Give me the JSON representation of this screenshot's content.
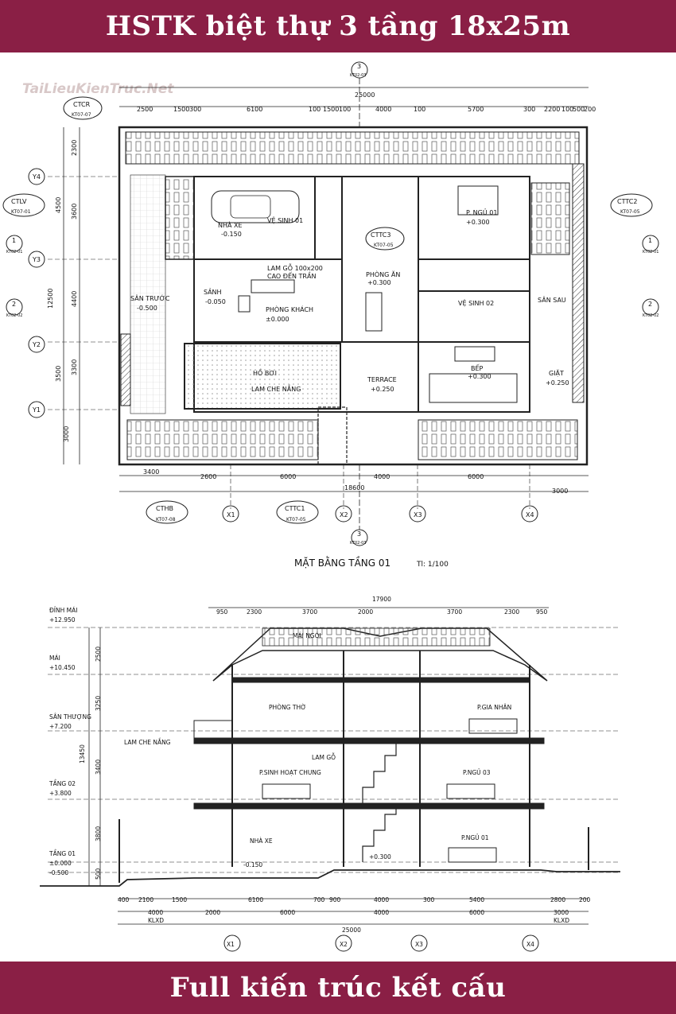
{
  "header": {
    "title": "HSTK biệt thự 3 tầng 18x25m"
  },
  "footer": {
    "title": "Full kiến trúc kết cấu"
  },
  "watermark": {
    "text": "TaiLieuKienTruc.Net",
    "color": "#b03030"
  },
  "colors": {
    "banner": "#8a1f45",
    "banner_text": "#ffffff",
    "line": "#222222"
  },
  "plan": {
    "title": "MẶT BẰNG TẦNG 01",
    "scale": "Tl: 1/100",
    "overall_width": "25000",
    "overall_depth": "18600",
    "depth_total": "12500",
    "rooms": [
      {
        "name": "NHÀ XE",
        "level": "-0.150"
      },
      {
        "name": "VỆ SINH 01",
        "level": ""
      },
      {
        "name": "LAM GỖ 100x200",
        "level": "CAO ĐẾN TRẦN"
      },
      {
        "name": "SẢNH",
        "level": "-0.050"
      },
      {
        "name": "PHÒNG KHÁCH",
        "level": "±0.000"
      },
      {
        "name": "SÂN TRƯỚC",
        "level": "-0.500"
      },
      {
        "name": "PHÒNG ĂN",
        "level": "+0.300"
      },
      {
        "name": "P. NGỦ 01",
        "level": "+0.300"
      },
      {
        "name": "VỆ SINH 02",
        "level": ""
      },
      {
        "name": "SÂN SAU",
        "level": ""
      },
      {
        "name": "BẾP",
        "level": "+0.300"
      },
      {
        "name": "GIẶT",
        "level": "+0.250"
      },
      {
        "name": "TERRACE",
        "level": "+0.250"
      },
      {
        "name": "HỒ BƠI",
        "level": ""
      },
      {
        "name": "LAM CHE NẮNG",
        "level": ""
      }
    ],
    "axes_x": [
      "X1",
      "X2",
      "X3",
      "X4"
    ],
    "axes_y": [
      "Y4",
      "Y3",
      "Y2",
      "Y1"
    ],
    "callouts": [
      {
        "code": "CTCR",
        "sheet": "KT07-07"
      },
      {
        "code": "CTLV",
        "sheet": "KT07-01"
      },
      {
        "code": "CTTC2",
        "sheet": "KT07-05"
      },
      {
        "code": "CTTC3",
        "sheet": "KT07-05"
      },
      {
        "code": "CTHB",
        "sheet": "KT07-08"
      },
      {
        "code": "CTTC1",
        "sheet": "KT07-05"
      }
    ],
    "sections": [
      {
        "id": "1",
        "sheet": "KT02-01"
      },
      {
        "id": "2",
        "sheet": "KT02-02"
      },
      {
        "id": "3",
        "sheet": "KT02-03"
      }
    ],
    "top_dims": [
      "2500",
      "1500",
      "300",
      "6100",
      "100",
      "1500",
      "100",
      "4000",
      "100",
      "5700",
      "300",
      "2200",
      "100",
      "500",
      "200"
    ],
    "bottom_dims": [
      "3400",
      "2600",
      "6000",
      "4000",
      "6000",
      "3000"
    ],
    "left_dims": [
      "2300",
      "4500",
      "3600",
      "4400",
      "3300",
      "3500",
      "3000"
    ]
  },
  "section": {
    "levels": [
      {
        "name": "ĐỈNH MÁI",
        "value": "+12.950"
      },
      {
        "name": "MÁI",
        "value": "+10.450"
      },
      {
        "name": "SÂN THƯỢNG",
        "value": "+7.200"
      },
      {
        "name": "TẦNG 02",
        "value": "+3.800"
      },
      {
        "name": "TẦNG 01",
        "value": "±0.000"
      },
      {
        "name": "",
        "value": "-0.500"
      }
    ],
    "rooms": [
      "MÁI NGÓI",
      "PHÒNG THỜ",
      "P.GIA NHÂN",
      "P.SINH HOẠT CHUNG",
      "P.NGỦ 03",
      "NHÀ XE",
      "P.NGỦ 01"
    ],
    "labels": [
      "LAM CHE NẮNG",
      "LAM GỖ"
    ],
    "spot_levels": [
      "-0.150",
      "+0.300"
    ],
    "total_height": "13450",
    "top_total": "17900",
    "top_dims": [
      "950",
      "2300",
      "3700",
      "2000",
      "3700",
      "2300",
      "950"
    ],
    "bottom_dims": [
      "400",
      "2100",
      "1500",
      "6100",
      "700",
      "900",
      "4000",
      "300",
      "5400",
      "2800",
      "200"
    ],
    "bottom_dims2": [
      "4000",
      "2000",
      "6000",
      "4000",
      "6000",
      "3000"
    ],
    "bottom_total": "25000",
    "klxd": "KLXD",
    "left_dims": [
      "2500",
      "3250",
      "3400",
      "3800",
      "500"
    ]
  }
}
